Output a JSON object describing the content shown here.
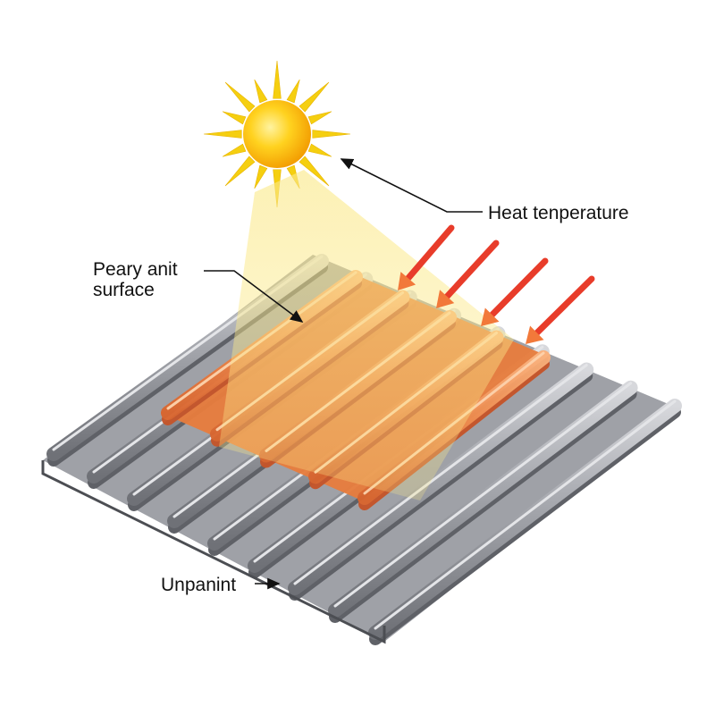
{
  "labels": {
    "heat": "Heat tenperature",
    "painted_line1": "Peary anit",
    "painted_line2": "surface",
    "unpainted": "Unpanint"
  },
  "icons": {
    "sun": "sun-icon",
    "heat_arrows": "heat-arrow-icon",
    "pointer_arrows": "pointer-arrow-icon"
  },
  "colors": {
    "sun": "#f7b500",
    "sun_rays": "#f5cf10",
    "light_beam": "#fbe98a",
    "heat_arrow": "#e83c2a",
    "painted_surface": "#f08a4b",
    "unpainted_metal": "#8e9096",
    "background": "#ffffff"
  }
}
